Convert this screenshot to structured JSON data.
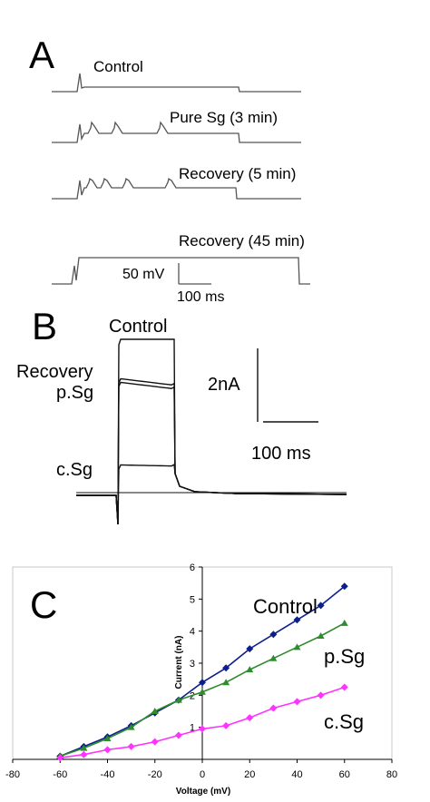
{
  "panel_a": {
    "letter": "A",
    "traces": [
      "Control",
      "Pure Sg (3 min)",
      "Recovery (5 min)",
      "Recovery (45 min)"
    ],
    "scale_voltage": "50 mV",
    "scale_time": "100 ms"
  },
  "panel_b": {
    "letter": "B",
    "labels": [
      "Control",
      "Recovery",
      "p.Sg",
      "c.Sg"
    ],
    "scale_current": "2nA",
    "scale_time": "100 ms"
  },
  "panel_c": {
    "letter": "C"
  },
  "chart_data": {
    "type": "line",
    "xlabel": "Voltage (mV)",
    "ylabel": "Current (nA)",
    "xlim": [
      -80,
      80
    ],
    "ylim": [
      0,
      6
    ],
    "x_ticks": [
      -80,
      -60,
      -40,
      -20,
      0,
      20,
      40,
      60,
      80
    ],
    "y_ticks": [
      0,
      1,
      2,
      3,
      4,
      5,
      6
    ],
    "grid": false,
    "legend": "none (series labeled directly at right)",
    "x": [
      -60,
      -50,
      -40,
      -30,
      -20,
      -10,
      0,
      10,
      20,
      30,
      40,
      50,
      60
    ],
    "series": [
      {
        "name": "Control",
        "color": "#0d1f8c",
        "marker": "diamond",
        "values": [
          0.1,
          0.4,
          0.7,
          1.05,
          1.45,
          1.85,
          2.4,
          2.85,
          3.45,
          3.9,
          4.35,
          4.8,
          5.4
        ]
      },
      {
        "name": "p.Sg",
        "color": "#2e8b2e",
        "marker": "triangle",
        "values": [
          0.1,
          0.35,
          0.65,
          1.0,
          1.5,
          1.85,
          2.1,
          2.4,
          2.8,
          3.15,
          3.5,
          3.85,
          4.25
        ]
      },
      {
        "name": "c.Sg",
        "color": "#ff33ff",
        "marker": "diamond",
        "values": [
          0.05,
          0.15,
          0.3,
          0.4,
          0.55,
          0.75,
          0.95,
          1.05,
          1.3,
          1.6,
          1.8,
          2.0,
          2.25
        ]
      }
    ]
  }
}
